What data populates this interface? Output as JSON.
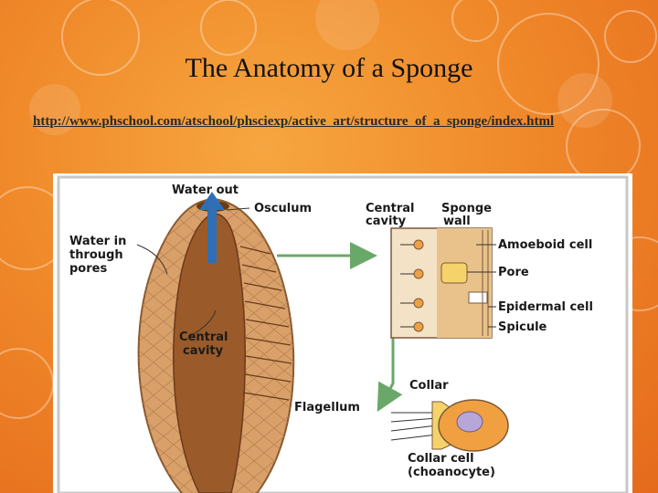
{
  "slide": {
    "title": "The Anatomy of a Sponge",
    "link": "http://www.phschool.com/atschool/phsciexp/active_art/structure_of_a_sponge/index.html"
  },
  "diagram": {
    "labels": {
      "water_out": "Water out",
      "osculum": "Osculum",
      "water_in_1": "Water in",
      "water_in_2": "through",
      "water_in_3": "pores",
      "central_cavity_1": "Central",
      "central_cavity_2": "cavity",
      "inset_central_1": "Central",
      "inset_central_2": "cavity",
      "sponge_wall_1": "Sponge",
      "sponge_wall_2": "wall",
      "amoeboid_cell": "Amoeboid cell",
      "pore": "Pore",
      "epidermal_cell": "Epidermal cell",
      "spicule": "Spicule",
      "collar": "Collar",
      "flagellum": "Flagellum",
      "collar_cell_1": "Collar cell",
      "collar_cell_2": "(choanocyte)"
    },
    "colors": {
      "sponge_body": "#d9a06a",
      "sponge_cavity": "#9a5a2a",
      "arrow_blue": "#2f6fb5",
      "arrow_green": "#6aa86a",
      "cell_orange": "#f0a040",
      "nucleus": "#b9a6d8"
    }
  }
}
